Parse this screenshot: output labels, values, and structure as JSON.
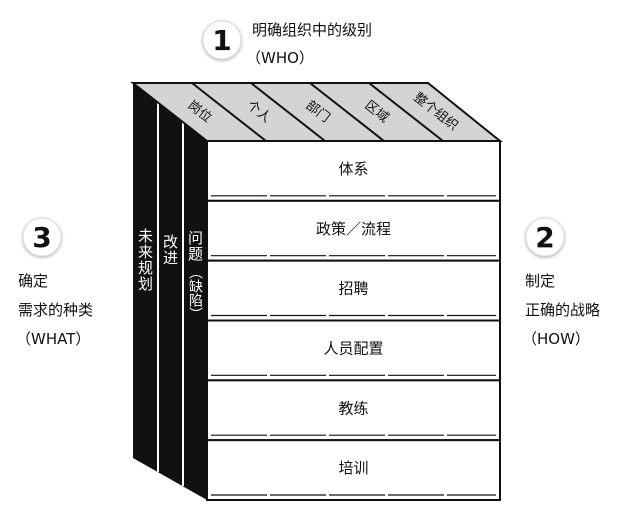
{
  "callouts": {
    "who": {
      "number": "1",
      "line1": "明确组织中的级别",
      "line2": "（WHO）"
    },
    "how": {
      "number": "2",
      "line1": "制定",
      "line2": "正确的战略",
      "line3": "（HOW）"
    },
    "what": {
      "number": "3",
      "line1": "确定",
      "line2": "需求的种类",
      "line3": "（WHAT）"
    }
  },
  "top_labels": [
    "岗位",
    "个人",
    "部门",
    "区域",
    "整个组织"
  ],
  "front_rows": [
    "体系",
    "政策／流程",
    "招聘",
    "人员配置",
    "教练",
    "培训"
  ],
  "side_columns": [
    {
      "label": "未来规划"
    },
    {
      "label": "改进"
    },
    {
      "label_main": "问题",
      "label_paren": "（缺陷）"
    }
  ],
  "colors": {
    "box_outline": "#111111",
    "top_fill": "#d4d4d4",
    "circle_fill": "#ffffff"
  }
}
